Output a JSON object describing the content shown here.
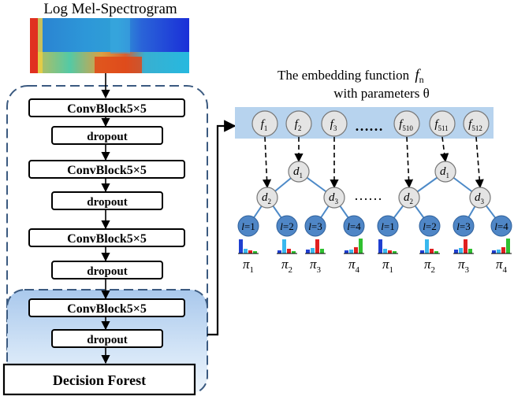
{
  "title": "Log Mel-Spectrogram",
  "embedding": {
    "caption_line1": "The embedding function",
    "caption_func": "f",
    "caption_sub": "n",
    "caption_line2": "with parameters θ"
  },
  "blocks": [
    {
      "label": "ConvBlock5×5"
    },
    {
      "label": "dropout"
    },
    {
      "label": "ConvBlock5×5"
    },
    {
      "label": "dropout"
    },
    {
      "label": "ConvBlock5×5"
    },
    {
      "label": "dropout"
    },
    {
      "label": "ConvBlock5×5"
    },
    {
      "label": "dropout"
    }
  ],
  "decision_forest": "Decision Forest",
  "features": [
    {
      "base": "f",
      "sub": "1"
    },
    {
      "base": "f",
      "sub": "2"
    },
    {
      "base": "f",
      "sub": "3"
    },
    {
      "base": "f",
      "sub": "510"
    },
    {
      "base": "f",
      "sub": "511"
    },
    {
      "base": "f",
      "sub": "512"
    }
  ],
  "ellipsis": "……",
  "trees": [
    {
      "root": {
        "base": "d",
        "sub": "1"
      },
      "left": {
        "base": "d",
        "sub": "2"
      },
      "right": {
        "base": "d",
        "sub": "3"
      },
      "leaves": [
        {
          "base": "l",
          "eq": "=1"
        },
        {
          "base": "l",
          "eq": "=2"
        },
        {
          "base": "l",
          "eq": "=3"
        },
        {
          "base": "l",
          "eq": "=4"
        }
      ],
      "pis": [
        {
          "base": "π",
          "sub": "1"
        },
        {
          "base": "π",
          "sub": "2"
        },
        {
          "base": "π",
          "sub": "3"
        },
        {
          "base": "π",
          "sub": "4"
        }
      ]
    },
    {
      "root": {
        "base": "d",
        "sub": "1"
      },
      "left": {
        "base": "d",
        "sub": "2"
      },
      "right": {
        "base": "d",
        "sub": "3"
      },
      "leaves": [
        {
          "base": "l",
          "eq": "=1"
        },
        {
          "base": "l",
          "eq": "=2"
        },
        {
          "base": "l",
          "eq": "=3"
        },
        {
          "base": "l",
          "eq": "=4"
        }
      ],
      "pis": [
        {
          "base": "π",
          "sub": "1"
        },
        {
          "base": "π",
          "sub": "2"
        },
        {
          "base": "π",
          "sub": "3"
        },
        {
          "base": "π",
          "sub": "4"
        }
      ]
    }
  ],
  "colors": {
    "dashed_border": "#3b5a80",
    "band_fill": "#b7d3ee",
    "node_fill": "#e4e4e4",
    "leaf_fill": "#4f86c6",
    "tree_edge": "#4d8ac8",
    "hist_blue": "#1f3fd0",
    "hist_cyan": "#39b8ee",
    "hist_red": "#e02020",
    "hist_green": "#30c030"
  }
}
